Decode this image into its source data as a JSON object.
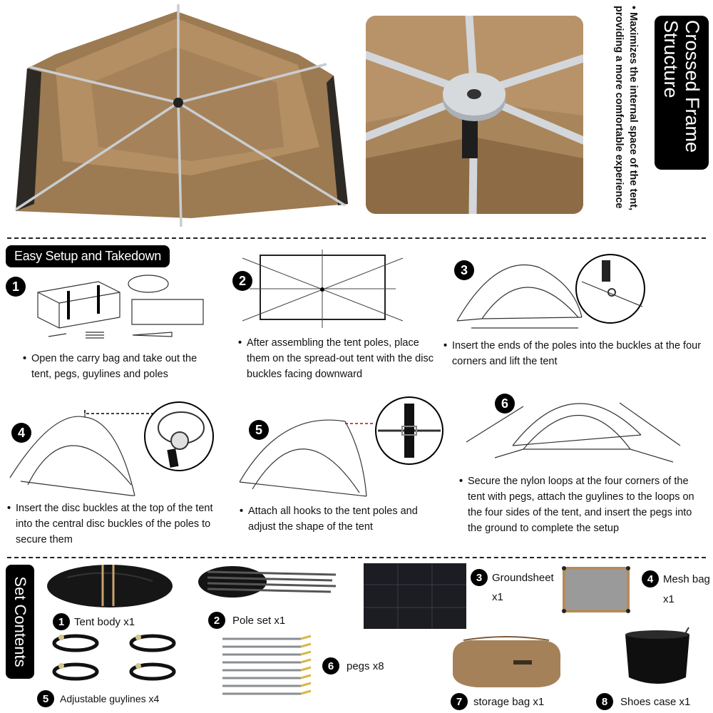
{
  "header": {
    "title": "Crossed Frame Structure",
    "note": "Maximizes the internal space of the tent, providing a more comfortable experience"
  },
  "setup": {
    "label": "Easy Setup and Takedown",
    "steps": [
      {
        "number": "1",
        "text": "Open the carry bag and take out the tent, pegs, guylines and poles"
      },
      {
        "number": "2",
        "text": "After assembling the tent poles, place them on the spread-out tent with the disc buckles facing downward"
      },
      {
        "number": "3",
        "text": "Insert the ends of the poles into the buckles at the four corners and lift the tent"
      },
      {
        "number": "4",
        "text": "Insert the disc buckles at the top of the tent into the central disc buckles of the poles to secure them"
      },
      {
        "number": "5",
        "text": "Attach all hooks to the tent poles and adjust the shape of the tent"
      },
      {
        "number": "6",
        "text": "Secure the nylon loops at the four corners of the tent with pegs, attach the guylines to the loops on the four sides of the tent, and insert the pegs into the ground to complete the setup"
      }
    ]
  },
  "contents": {
    "label": "Set Contents",
    "items": [
      {
        "number": "1",
        "name": "Tent body x1"
      },
      {
        "number": "2",
        "name": "Pole set x1"
      },
      {
        "number": "3",
        "name": "Groundsheet",
        "qty": "x1"
      },
      {
        "number": "4",
        "name": "Mesh bag",
        "qty": "x1"
      },
      {
        "number": "5",
        "name": "Adjustable guylines x4"
      },
      {
        "number": "6",
        "name": "pegs x8"
      },
      {
        "number": "7",
        "name": "storage bag x1"
      },
      {
        "number": "8",
        "name": "Shoes case x1"
      }
    ]
  },
  "colors": {
    "tent": "#9c7a52",
    "tent_dark": "#6e5234",
    "frame": "#c9cdd1",
    "black": "#000000"
  }
}
